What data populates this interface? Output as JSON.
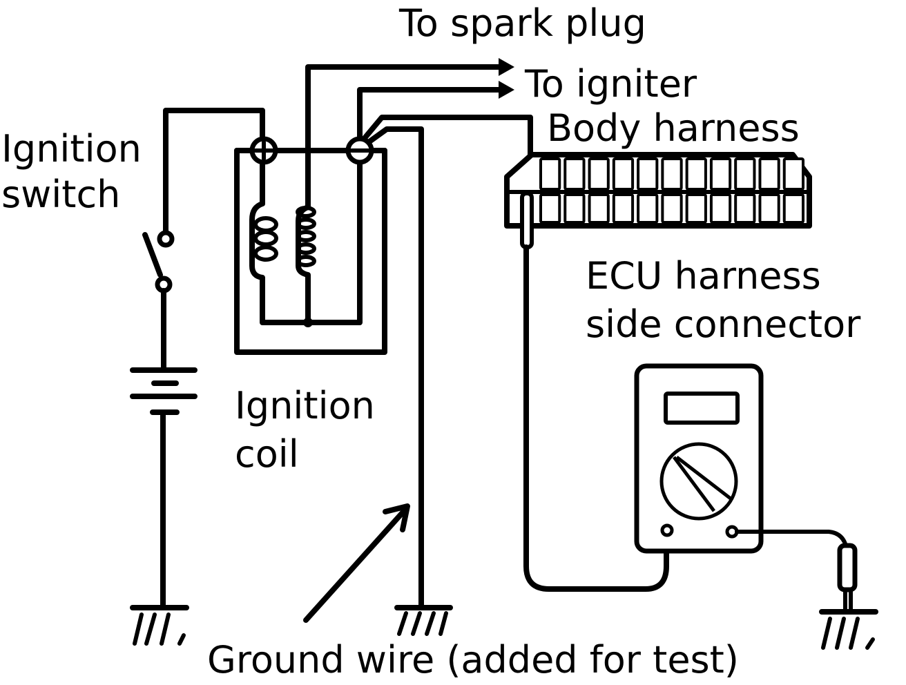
{
  "diagram": {
    "type": "wiring-schematic",
    "colors": {
      "ink": "#000000",
      "background": "#ffffff"
    },
    "labels": {
      "to_spark_plug": "To spark plug",
      "to_igniter": "To igniter",
      "body_harness": "Body harness",
      "ignition_switch_line1": "Ignition",
      "ignition_switch_line2": "switch",
      "ignition_coil_line1": "Ignition",
      "ignition_coil_line2": "coil",
      "ecu_connector_line1": "ECU harness",
      "ecu_connector_line2": "side connector",
      "ground_wire": "Ground wire (added for test)"
    },
    "terminals": {
      "positive": "+",
      "negative": "−"
    },
    "components": [
      "ignition-switch",
      "battery",
      "ignition-coil",
      "ecu-connector",
      "multimeter",
      "ground"
    ],
    "connector_pins_per_row": 11,
    "connector_rows": 2
  }
}
